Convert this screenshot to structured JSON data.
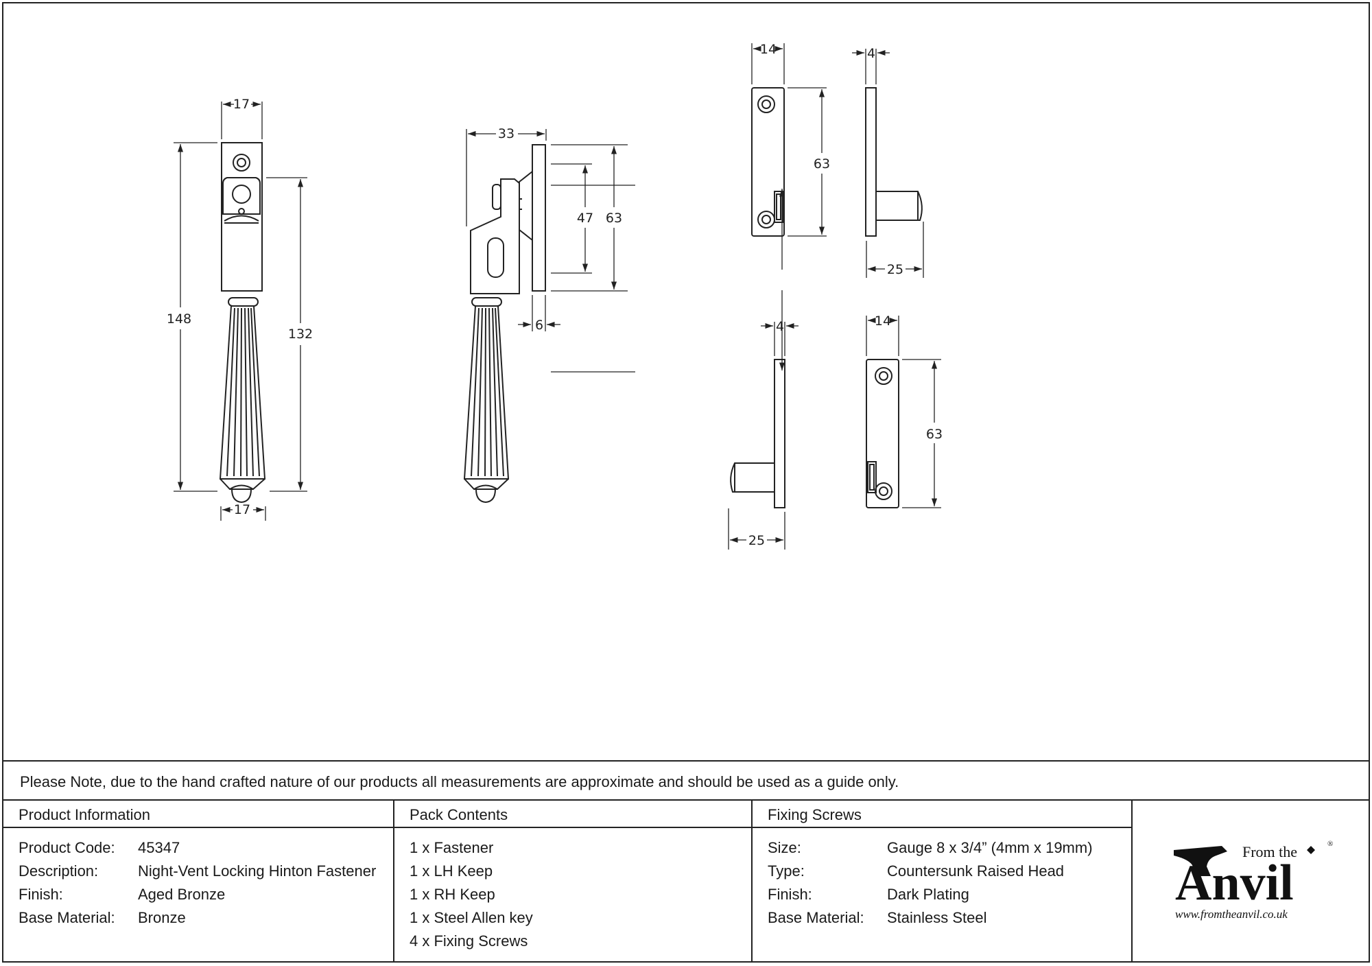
{
  "drawing": {
    "front_view": {
      "top_width": "17",
      "bottom_width": "17",
      "overall_height": "148",
      "handle_height": "132"
    },
    "side_view": {
      "depth": "33",
      "plate_height": "63",
      "slot_height": "47",
      "plate_thickness": "6"
    },
    "lh_keep": {
      "width": "14",
      "height": "63"
    },
    "lh_keep_side": {
      "thickness": "4",
      "projection": "25"
    },
    "rh_keep_side": {
      "thickness": "4",
      "projection": "25"
    },
    "rh_keep": {
      "width": "14",
      "height": "63"
    }
  },
  "note": "Please Note, due to the hand crafted nature of our products all measurements are approximate and should be used as a guide only.",
  "product_info": {
    "heading": "Product Information",
    "rows": [
      {
        "label": "Product Code:",
        "value": "45347"
      },
      {
        "label": "Description:",
        "value": "Night-Vent Locking Hinton Fastener"
      },
      {
        "label": "Finish:",
        "value": "Aged Bronze"
      },
      {
        "label": "Base Material:",
        "value": "Bronze"
      }
    ]
  },
  "pack_contents": {
    "heading": "Pack Contents",
    "items": [
      "1 x Fastener",
      "1 x LH Keep",
      "1 x RH Keep",
      "1 x Steel Allen key",
      "4 x Fixing Screws"
    ]
  },
  "fixing_screws": {
    "heading": "Fixing Screws",
    "rows": [
      {
        "label": "Size:",
        "value": "Gauge 8 x 3/4” (4mm x 19mm)"
      },
      {
        "label": "Type:",
        "value": "Countersunk Raised Head"
      },
      {
        "label": "Finish:",
        "value": "Dark Plating"
      },
      {
        "label": "Base Material:",
        "value": "Stainless Steel"
      }
    ]
  },
  "logo": {
    "top_text": "From the",
    "brand": "Anvil",
    "registered": "®",
    "url": "www.fromtheanvil.co.uk"
  }
}
